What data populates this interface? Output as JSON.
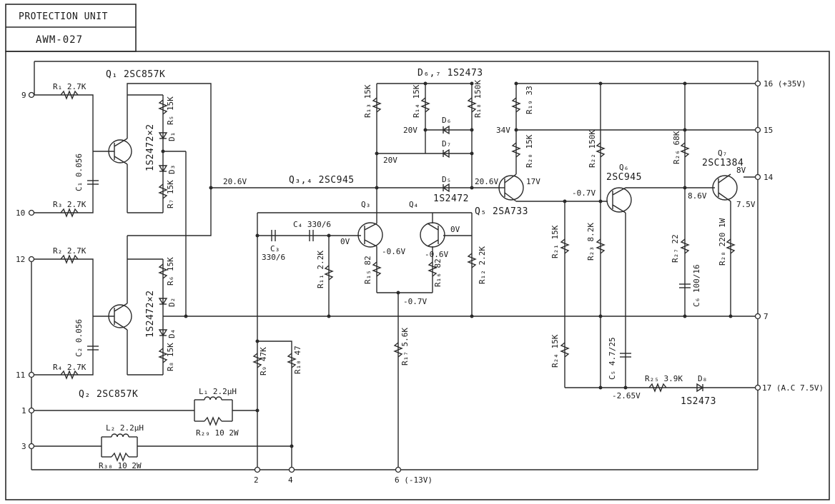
{
  "header": {
    "title": "PROTECTION UNIT",
    "model": "AWM-027"
  },
  "transistors": {
    "q1": "Q₁ 2SC857K",
    "q2": "Q₂ 2SC857K",
    "q34": "Q₃,₄ 2SC945",
    "q3": "Q₃",
    "q4": "Q₄",
    "q5": "Q₅ 2SA733",
    "q6": "Q₆",
    "q6_type": "2SC945",
    "q7": "Q₇",
    "q7_type": "2SC1384"
  },
  "resistors": {
    "r1": "R₁ 2.7K",
    "r3": "R₃ 2.7K",
    "r2": "R₂ 2.7K",
    "r4": "R₄ 2.7K",
    "r5": "R₅ 15K",
    "r7": "R₇ 15K",
    "r6": "R₆ 15K",
    "r8": "R₈ 15K",
    "r9": "R₉ 47K",
    "r10": "R₁₀ 47",
    "r11": "R₁₁ 2.2K",
    "r12": "R₁₂ 2.2K",
    "r13": "R₁₃ 15K",
    "r14": "R₁₄ 15K",
    "r15": "R₁₅ 82",
    "r16": "R₁₆ 82",
    "r17": "R₁₇ 5.6K",
    "r18": "R₁₈ 150K",
    "r19": "R₁₉ 33",
    "r20": "R₂₀ 15K",
    "r21": "R₂₁ 15K",
    "r22": "R₂₂ 150K",
    "r23": "R₂₃ 8.2K",
    "r24": "R₂₄ 15K",
    "r25": "R₂₅ 3.9K",
    "r26": "R₂₆ 68K",
    "r27": "R₂₇ 22",
    "r28": "R₂₈ 220 1W",
    "r29": "R₂₉ 10 2W",
    "r30": "R₃₀ 10 2W"
  },
  "capacitors": {
    "c1": "C₁ 0.056",
    "c2": "C₂ 0.056",
    "c3": "C₃",
    "c3_val": "330/6",
    "c4": "C₄ 330/6",
    "c5": "C₅ 4.7/25",
    "c6": "C₆ 100/16"
  },
  "inductors": {
    "l1": "L₁ 2.2μH",
    "l2": "L₂ 2.2μH"
  },
  "diodes": {
    "d12": "1S2472×2",
    "d34": "1S2472×2",
    "d1": "D₁",
    "d3": "D₃",
    "d2": "D₂",
    "d4": "D₄",
    "d67": "D₆,₇ 1S2473",
    "d6": "D₆",
    "d7": "D₇",
    "d5": "D₅",
    "d5_type": "1S2472",
    "d8": "D₈",
    "d8_type": "1S2473"
  },
  "voltages": {
    "v206_left": "20.6V",
    "v20_a": "20V",
    "v20_b": "20V",
    "v34": "34V",
    "v206_right": "20.6V",
    "v17": "17V",
    "v0_left": "0V",
    "v0_right": "0V",
    "vm06_a": "-0.6V",
    "vm06_b": "-0.6V",
    "vm07_mid": "-0.7V",
    "vm07_q6": "-0.7V",
    "v86": "8.6V",
    "v8": "8V",
    "v75": "7.5V",
    "vm265": "-2.65V"
  },
  "terminals": {
    "t9": "9",
    "t10": "10",
    "t12": "12",
    "t11": "11",
    "t1": "1",
    "t3": "3",
    "t2": "2",
    "t4": "4",
    "t6": "6 (-13V)",
    "t16": "16 (+35V)",
    "t15": "15",
    "t14": "14",
    "t7": "7",
    "t17": "17 (A.C 7.5V)"
  },
  "colors": {
    "ink": "#2a2a2a",
    "paper": "#ffffff"
  }
}
